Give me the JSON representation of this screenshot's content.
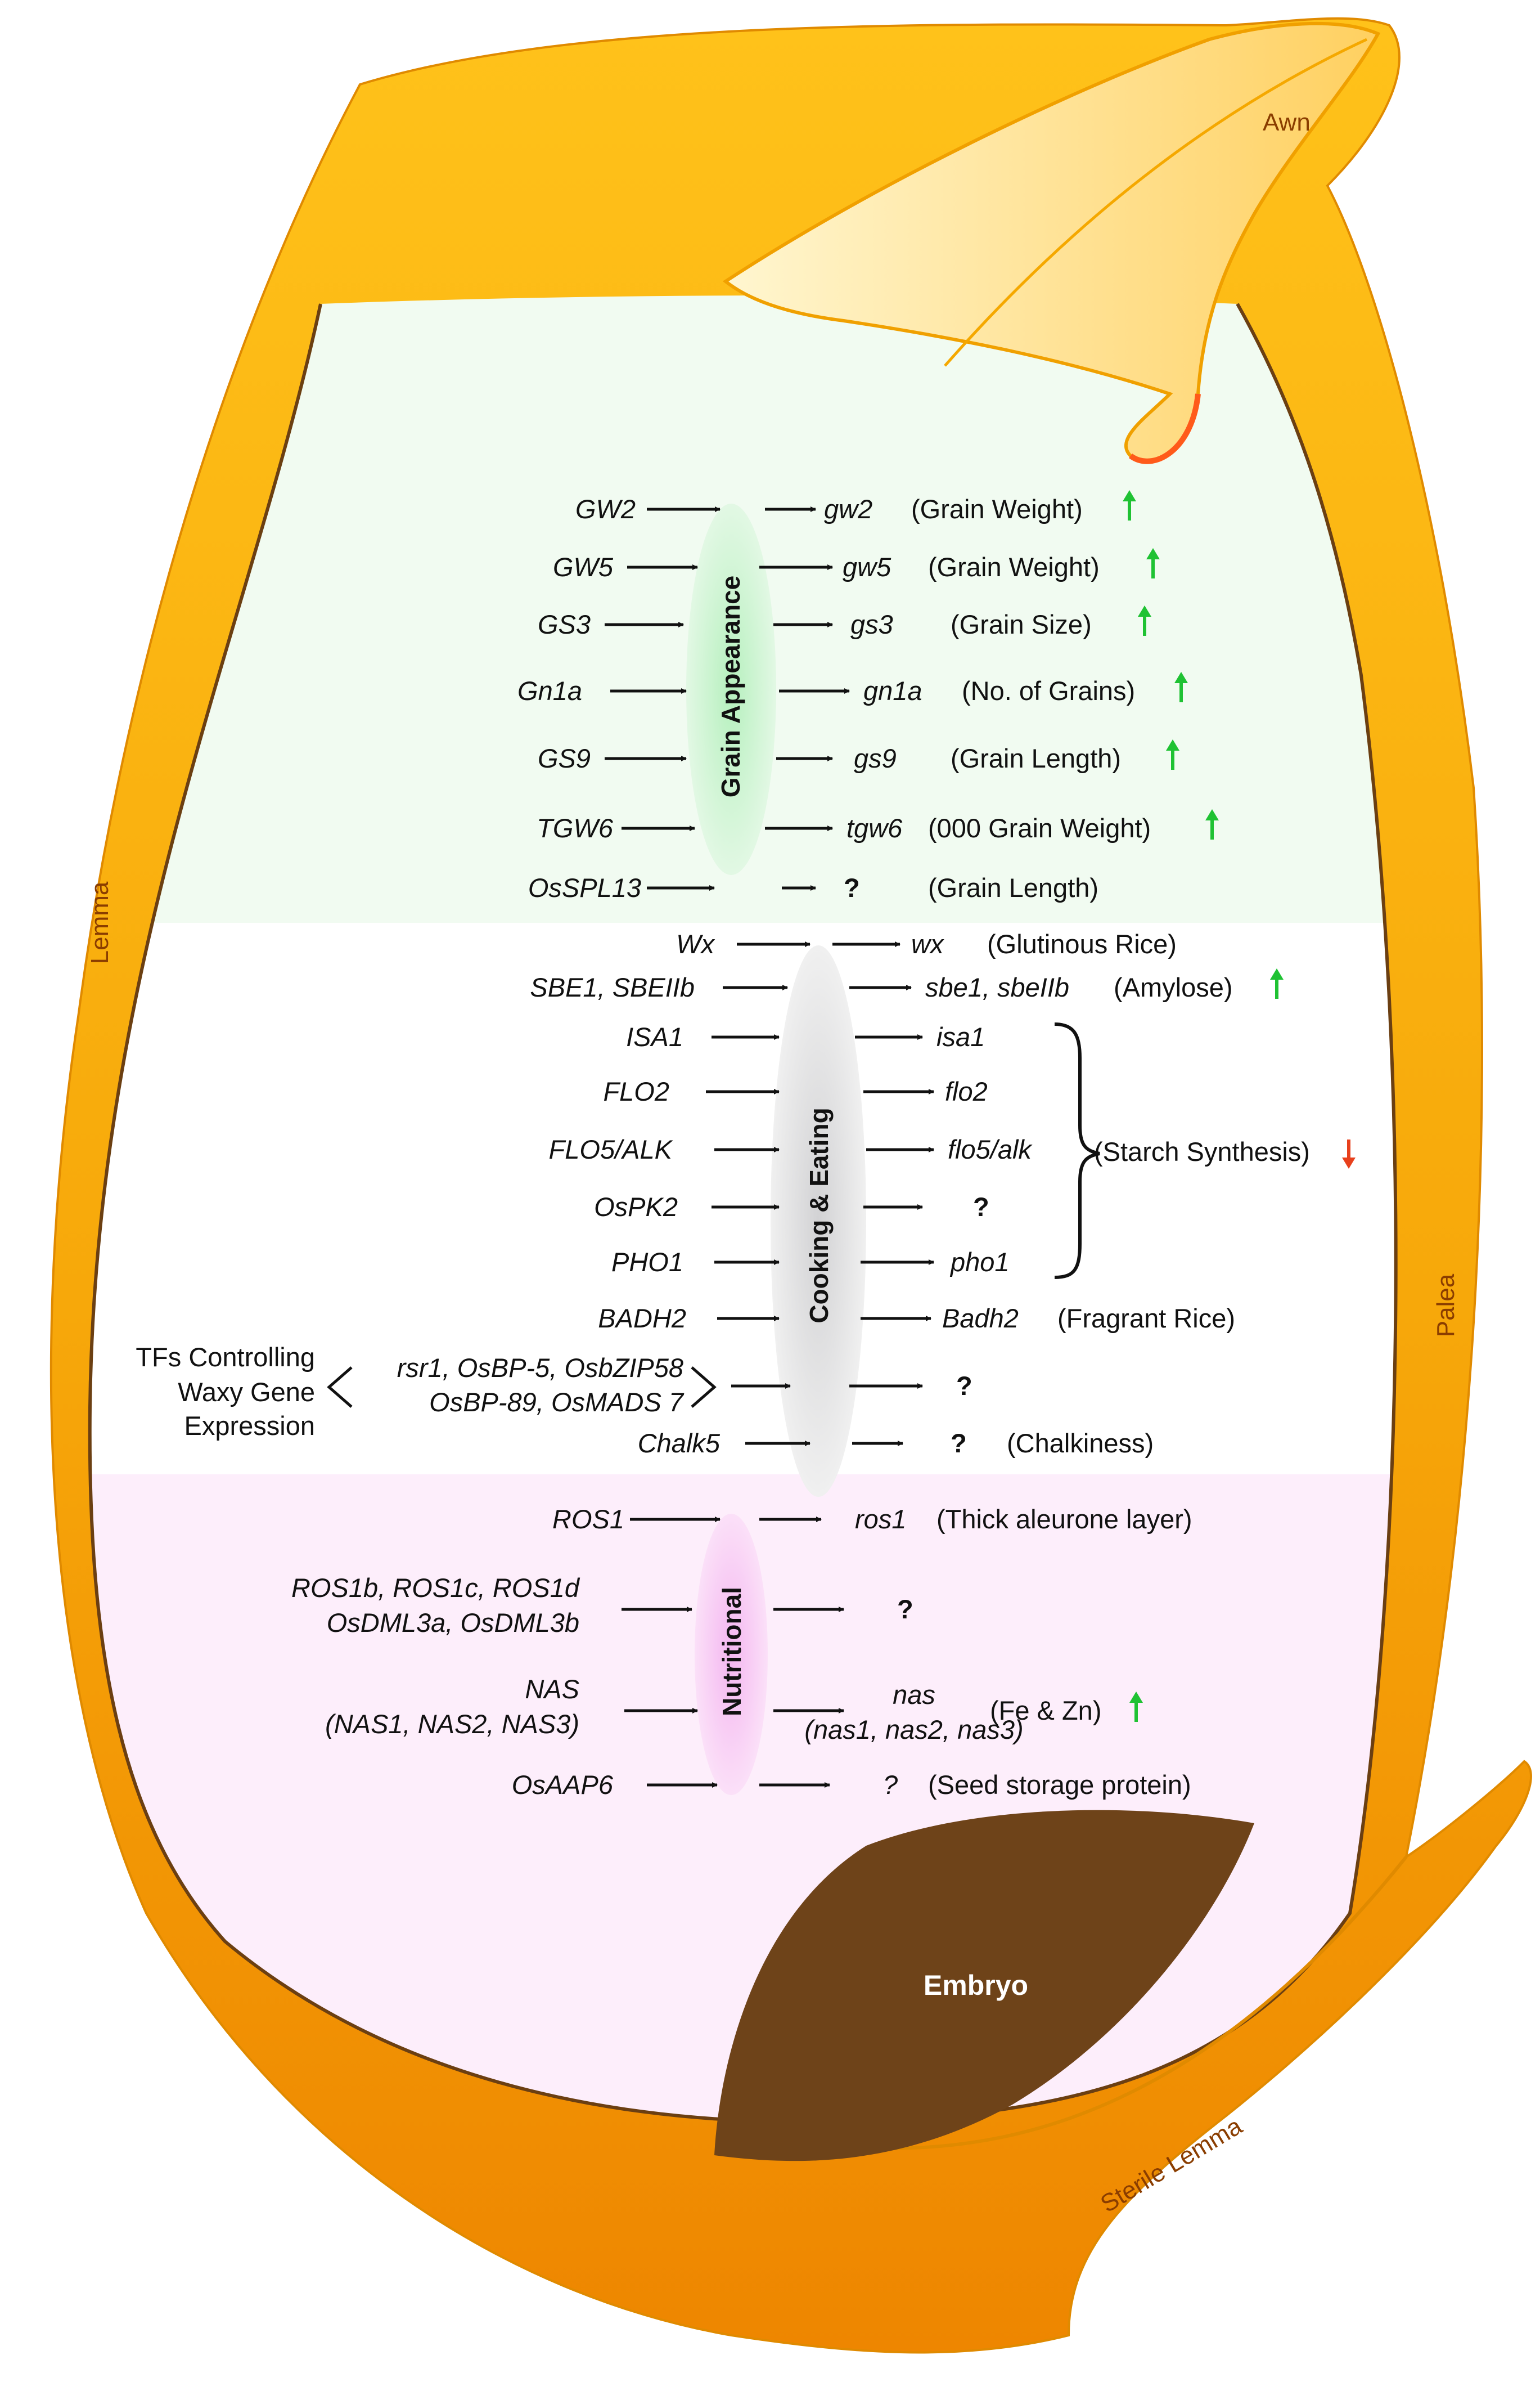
{
  "colors": {
    "husk": "#f5a30a",
    "husk_dark": "#e88a00",
    "husk_edge": "#6b3f12",
    "awn_light": "#fff2bf",
    "grain_zone": "#f1fbf1",
    "cooking_zone": "#ffffff",
    "nutrition_zone": "#fdeefb",
    "embryo": "#6e4319",
    "arrow_up": "#1fc233",
    "arrow_down": "#e8401c"
  },
  "parts": {
    "awn": "Awn",
    "lemma": "Lemma",
    "palea": "Palea",
    "sterile_lemma": "Sterile Lemma",
    "embryo": "Embryo"
  },
  "categories": {
    "grain": "Grain Appearance",
    "cooking": "Cooking & Eating",
    "nutritional": "Nutritional"
  },
  "grain_rows": [
    {
      "gene": "GW2",
      "product": "gw2",
      "trait": "(Grain Weight)",
      "effect": "up"
    },
    {
      "gene": "GW5",
      "product": "gw5",
      "trait": "(Grain Weight)",
      "effect": "up"
    },
    {
      "gene": "GS3",
      "product": "gs3",
      "trait": "(Grain Size)",
      "effect": "up"
    },
    {
      "gene": "Gn1a",
      "product": "gn1a",
      "trait": "(No. of Grains)",
      "effect": "up"
    },
    {
      "gene": "GS9",
      "product": "gs9",
      "trait": "(Grain Length)",
      "effect": "up"
    },
    {
      "gene": "TGW6",
      "product": "tgw6",
      "trait": "(000 Grain Weight)",
      "effect": "up"
    },
    {
      "gene": "OsSPL13",
      "product": "?",
      "trait": "(Grain Length)",
      "effect": "none"
    }
  ],
  "cooking_rows": [
    {
      "gene": "Wx",
      "product": "wx",
      "trait": "(Glutinous Rice)",
      "effect": "none"
    },
    {
      "gene": "SBE1, SBEIIb",
      "product": "sbe1, sbeIIb",
      "trait": "(Amylose)",
      "effect": "up"
    },
    {
      "gene": "ISA1",
      "product": "isa1",
      "trait": "",
      "effect": "none"
    },
    {
      "gene": "FLO2",
      "product": "flo2",
      "trait": "",
      "effect": "none"
    },
    {
      "gene": "FLO5/ALK",
      "product": "flo5/alk",
      "trait": "",
      "effect": "none"
    },
    {
      "gene": "OsPK2",
      "product": "?",
      "trait": "",
      "effect": "none"
    },
    {
      "gene": "PHO1",
      "product": "pho1",
      "trait": "",
      "effect": "none"
    },
    {
      "gene": "BADH2",
      "product": "Badh2",
      "trait": "(Fragrant Rice)",
      "effect": "none"
    },
    {
      "gene": "",
      "product": "?",
      "trait": "",
      "effect": "none"
    },
    {
      "gene": "Chalk5",
      "product": "?",
      "trait": "(Chalkiness)",
      "effect": "none"
    }
  ],
  "starch_synthesis": {
    "label": "(Starch Synthesis)",
    "effect": "down"
  },
  "tfs": {
    "title_lines": [
      "TFs Controlling",
      "Waxy Gene",
      "Expression"
    ],
    "gene_lines": [
      "rsr1, OsBP-5, OsbZIP58",
      "OsBP-89, OsMADS 7"
    ]
  },
  "nutritional_rows": [
    {
      "gene_lines": [
        "ROS1"
      ],
      "product_lines": [
        "ros1"
      ],
      "trait": "(Thick aleurone layer)",
      "effect": "none"
    },
    {
      "gene_lines": [
        "ROS1b, ROS1c, ROS1d",
        "OsDML3a, OsDML3b"
      ],
      "product_lines": [
        "?"
      ],
      "trait": "",
      "effect": "none"
    },
    {
      "gene_lines": [
        "NAS",
        "(NAS1, NAS2, NAS3)"
      ],
      "product_lines": [
        "nas",
        "(nas1, nas2, nas3)"
      ],
      "trait": "(Fe & Zn)",
      "effect": "up"
    },
    {
      "gene_lines": [
        "OsAAP6"
      ],
      "product_lines": [
        "?"
      ],
      "trait": "(Seed storage protein)",
      "effect": "none"
    }
  ]
}
